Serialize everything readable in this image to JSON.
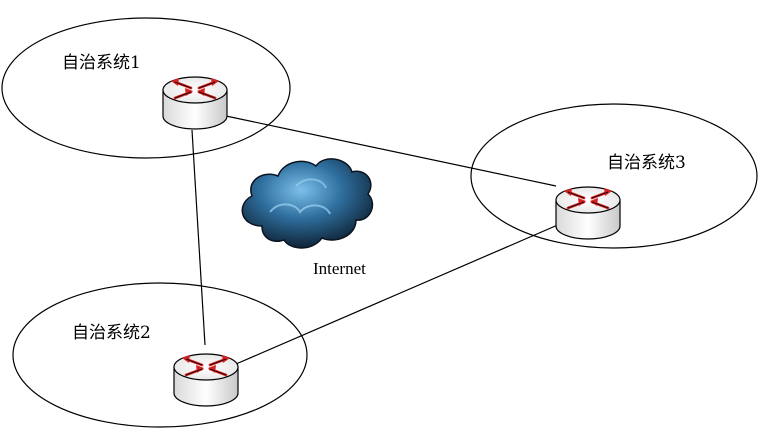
{
  "diagram": {
    "autonomous_systems": [
      {
        "id": "as1",
        "label": "自治系统1"
      },
      {
        "id": "as2",
        "label": "自治系统2"
      },
      {
        "id": "as3",
        "label": "自治系统3"
      }
    ],
    "internet": {
      "label": "Internet",
      "icon": "cloud-icon"
    },
    "routers": [
      {
        "id": "router-as1",
        "icon": "router-icon"
      },
      {
        "id": "router-as2",
        "icon": "router-icon"
      },
      {
        "id": "router-as3",
        "icon": "router-icon"
      }
    ],
    "links": [
      {
        "from": "as1",
        "to": "as2"
      },
      {
        "from": "as1",
        "to": "as3"
      },
      {
        "from": "as2",
        "to": "as3"
      }
    ],
    "colors": {
      "line": "#000000",
      "router_arrow": "#d42020",
      "cloud_dark": "#0d1f33",
      "cloud_light": "#5aa3d6"
    }
  }
}
